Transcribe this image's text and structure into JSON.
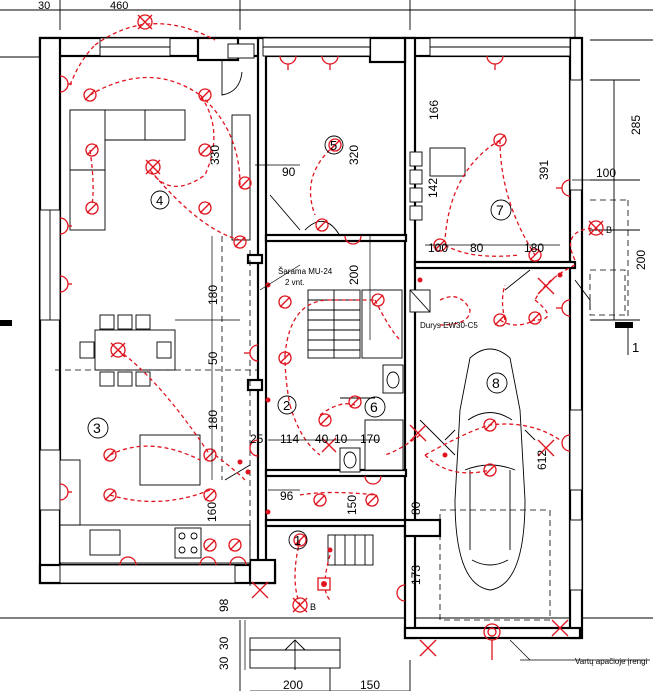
{
  "dimensions": {
    "d30": "30",
    "d460": "460",
    "d330": "330",
    "d320": "320",
    "d166": "166",
    "d285": "285",
    "d391": "391",
    "d142": "142",
    "d90": "90",
    "d100a": "100",
    "d100b": "100",
    "d80a": "80",
    "d180a": "180",
    "d200a": "200",
    "d200b": "200",
    "d180b": "180",
    "d50": "50",
    "d180c": "180",
    "d25": "25",
    "d114": "114",
    "d40": "40",
    "d10": "10",
    "d170": "170",
    "d612": "612",
    "d96": "96",
    "d150a": "150",
    "d80b": "80",
    "d160": "160",
    "d173": "173",
    "d98": "98",
    "d30b": "30",
    "d30c": "30",
    "d200c": "200",
    "d150b": "150"
  },
  "rooms": [
    "1",
    "2",
    "3",
    "4",
    "5",
    "6",
    "7",
    "8"
  ],
  "labels": {
    "stairs": "Šarama MU-24",
    "stairs_count": "2 vnt.",
    "door": "Durys EW30-C5",
    "gate": "Vartų apačioje įrengi",
    "b1": "B",
    "b2": "B",
    "section": "1"
  },
  "colors": {
    "electrical": "#e0141e",
    "walls": "#000000",
    "background": "#ffffff"
  }
}
